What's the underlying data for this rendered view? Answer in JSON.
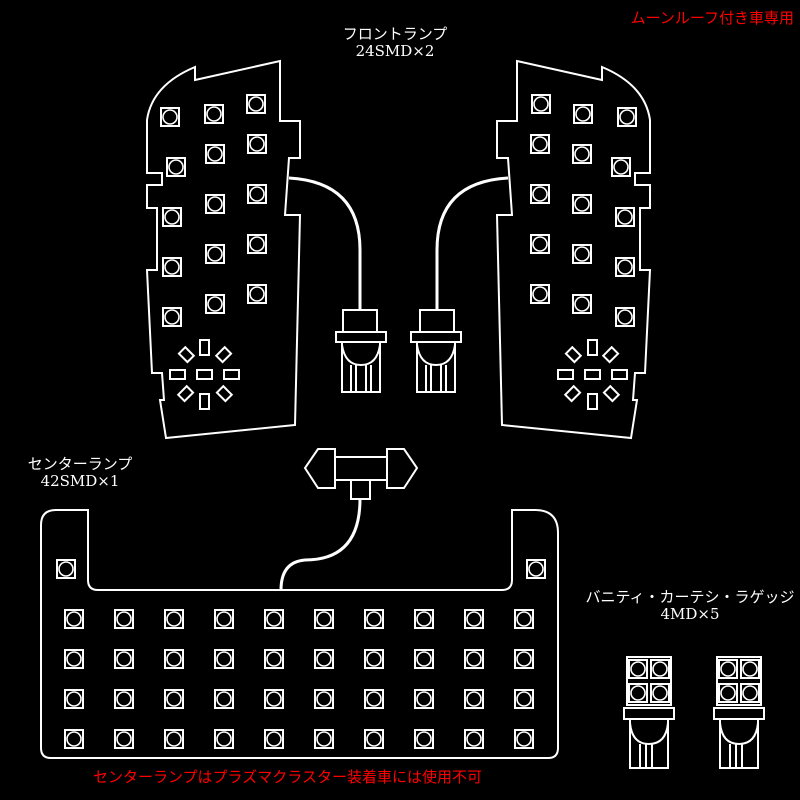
{
  "notice_top": "ムーンルーフ付き車専用",
  "front": {
    "title": "フロントランプ",
    "spec": "24SMD×2"
  },
  "center": {
    "title": "センターランプ",
    "spec": "42SMD×1"
  },
  "small": {
    "title": "バニティ・カーテシ・ラゲッジ",
    "spec": "4MD×5"
  },
  "notice_bottom": "センターランプはプラズマクラスター装着車には使用不可",
  "colors": {
    "background": "#000000",
    "line": "#ffffff",
    "warning": "#ff0000"
  }
}
